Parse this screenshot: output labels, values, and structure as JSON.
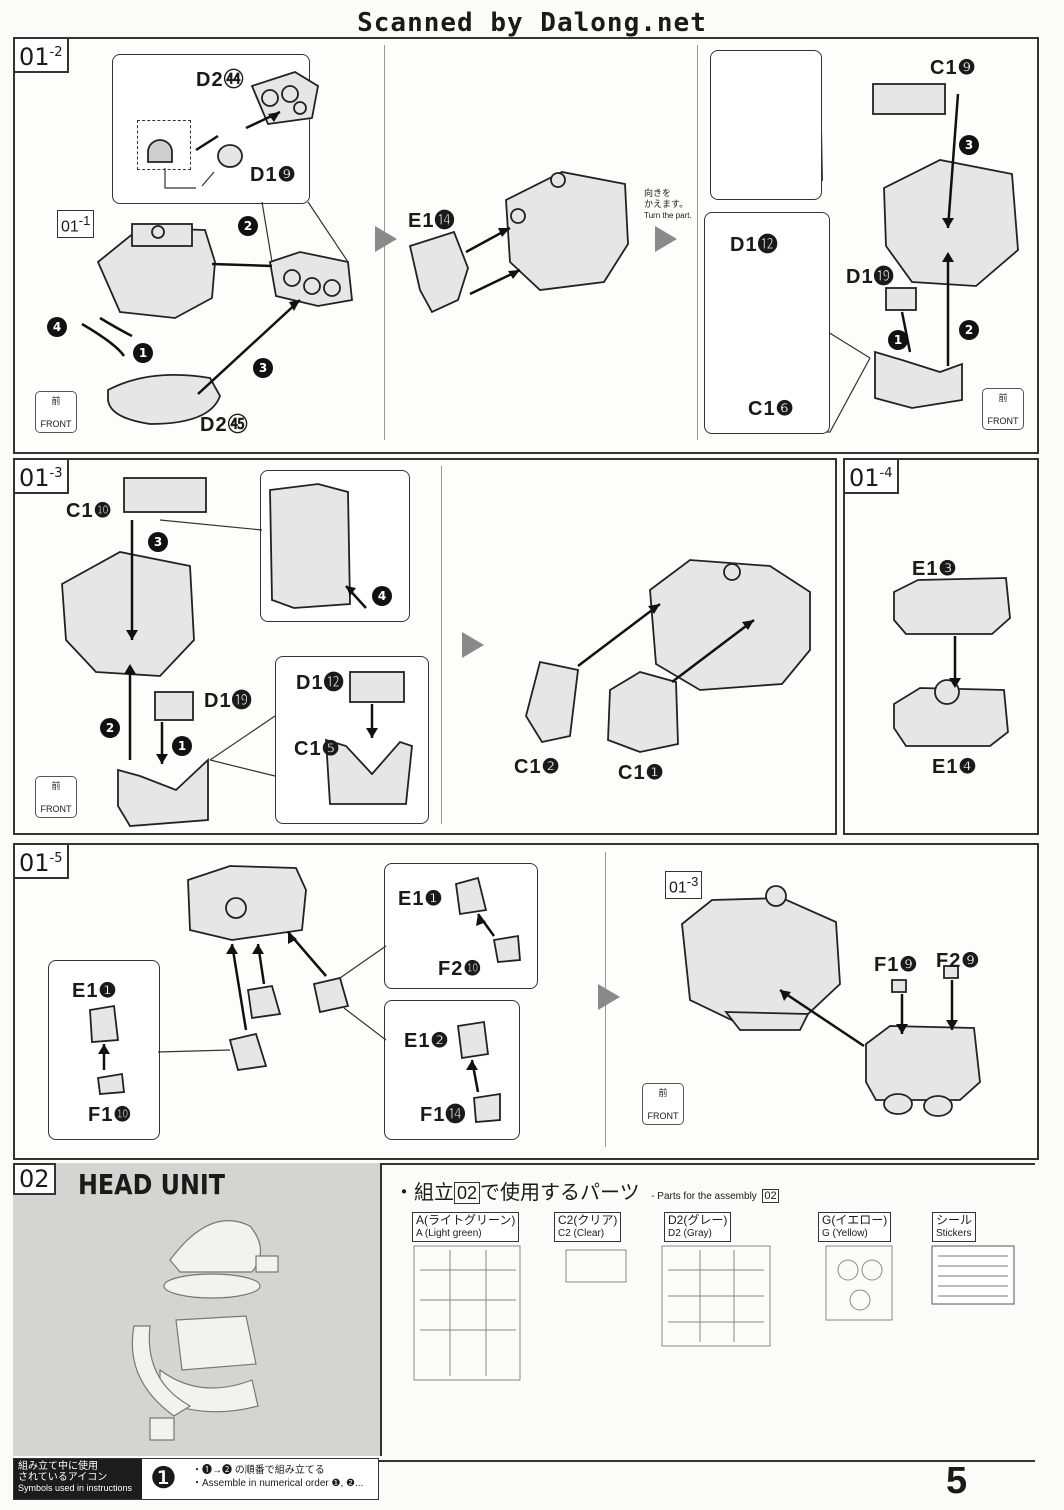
{
  "watermark": "Scanned by Dalong.net",
  "steps": {
    "s01_2": {
      "tag_main": "01",
      "tag_sub": "-2",
      "ref_tag_main": "01",
      "ref_tag_sub": "-1"
    },
    "s01_3": {
      "tag_main": "01",
      "tag_sub": "-3"
    },
    "s01_4": {
      "tag_main": "01",
      "tag_sub": "-4"
    },
    "s01_5": {
      "tag_main": "01",
      "tag_sub": "-5",
      "ref_tag_main": "01",
      "ref_tag_sub": "-3"
    }
  },
  "labels": {
    "d2_44": "D2㊹",
    "d1_9": "D1❾",
    "d2_45": "D2㊺",
    "e1_14": "E1⓮",
    "c1_9": "C1❾",
    "d1_12": "D1⓬",
    "d1_19": "D1⓳",
    "c1_6": "C1❻",
    "c1_10": "C1❿",
    "d1_19b": "D1⓳",
    "d1_12b": "D1⓬",
    "c1_5": "C1❺",
    "c1_2": "C1❷",
    "c1_1": "C1❶",
    "e1_3": "E1❸",
    "e1_4": "E1❹",
    "e1_1a": "E1❶",
    "f2_10": "F2❿",
    "e1_1b": "E1❶",
    "f1_10": "F1❿",
    "e1_2": "E1❷",
    "f1_14": "F1⓮",
    "f1_9": "F1❾",
    "f2_9": "F2❾"
  },
  "turn_note": {
    "jp1": "向きを",
    "jp2": "かえます。",
    "en": "Turn the part."
  },
  "front_badge": {
    "jp": "前",
    "en": "FRONT"
  },
  "head_unit": {
    "num": "02",
    "title": "HEAD UNIT"
  },
  "parts_header": {
    "jp_prefix": "・組立",
    "num": "02",
    "jp_suffix": "で使用するパーツ",
    "en": "- Parts for the assembly",
    "en_num": "02"
  },
  "runners": [
    {
      "jp": "A(ライトグリーン)",
      "en": "A (Light green)"
    },
    {
      "jp": "C2(クリア)",
      "en": "C2 (Clear)"
    },
    {
      "jp": "D2(グレー)",
      "en": "D2 (Gray)"
    },
    {
      "jp": "G(イエロー)",
      "en": "G (Yellow)"
    },
    {
      "jp": "シール",
      "en": "Stickers"
    }
  ],
  "legend": {
    "jp1": "組み立て中に使用",
    "jp2": "されているアイコン",
    "en": "Symbols used in instructions",
    "icon": "❶",
    "desc_jp": "・❶→❷ の順番で組み立てる",
    "desc_en": "・Assemble in numerical order ❶, ❷..."
  },
  "page_number": "5"
}
